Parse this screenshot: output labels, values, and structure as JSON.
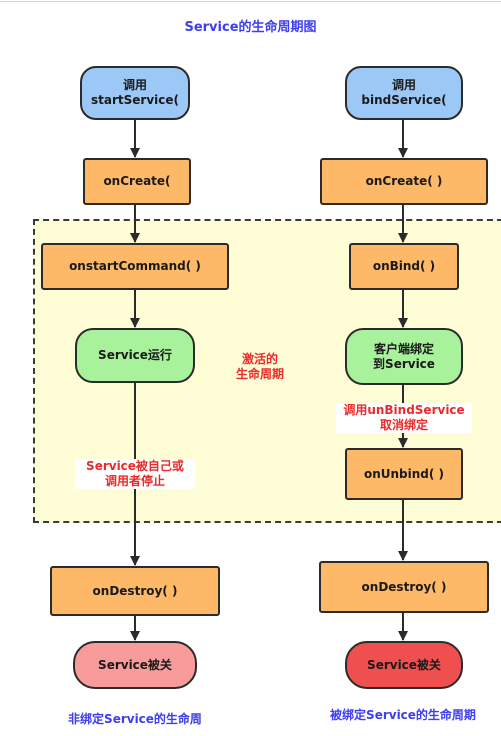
{
  "title": "Service的生命周期图",
  "left_flow": {
    "start": [
      "调用",
      "startService("
    ],
    "on_create": "onCreate(",
    "on_start_command": "onstartCommand( )",
    "running": "Service运行",
    "stop_label": [
      "Service被自己或",
      "调用者停止"
    ],
    "on_destroy": "onDestroy( )",
    "end": "Service被关",
    "caption": "非绑定Service的生命周"
  },
  "right_flow": {
    "start": [
      "调用",
      "bindService("
    ],
    "on_create": "onCreate( )",
    "on_bind": "onBind( )",
    "bound": [
      "客户端绑定",
      "到Service"
    ],
    "unbind_label": [
      "调用unBindService",
      "取消绑定"
    ],
    "on_unbind": "onUnbind( )",
    "on_destroy": "onDestroy( )",
    "end": "Service被关",
    "caption": "被绑定Service的生命周期"
  },
  "active_lifetime": [
    "激活的",
    "生命周期"
  ],
  "colors": {
    "start_fill": "#9cc8f7",
    "callback_fill": "#fdb868",
    "running_fill": "#a8f29c",
    "end_fill_left": "#f89b9b",
    "end_fill_right": "#f04f4f",
    "active_zone_fill": "#fffdd5",
    "title_color": "#3d3df2",
    "label_color": "#ea2b2b"
  }
}
